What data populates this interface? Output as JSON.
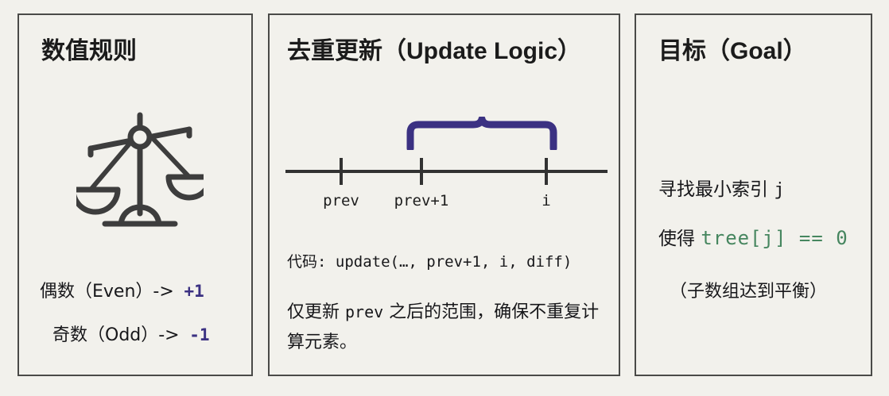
{
  "colors": {
    "page_background": "#f2f1ec",
    "card_background": "#f2f1ec",
    "card_border": "#4a4a48",
    "text": "#17171a",
    "accent_purple": "#3b3182",
    "accent_green": "#46865f",
    "line_gray": "#323232"
  },
  "cards": {
    "rules": {
      "title": "数值规则",
      "icon_name": "balance-scale-icon",
      "rows": [
        {
          "label": "偶数（Even）->",
          "value": "+1"
        },
        {
          "label": "奇数（Odd）->",
          "value": "-1"
        }
      ]
    },
    "update": {
      "title": "去重更新（Update Logic）",
      "numberline": {
        "ticks": [
          {
            "id": "prev",
            "label": "prev"
          },
          {
            "id": "prev+1",
            "label": "prev+1"
          },
          {
            "id": "i",
            "label": "i"
          }
        ],
        "brace_span": "prev+1 .. i"
      },
      "code_label": "代码: ",
      "code_call": "update(…, prev+1, i, diff)",
      "note_a": "仅更新 ",
      "note_mono": "prev",
      "note_b": " 之后的范围，确保不重复计算元素。"
    },
    "goal": {
      "title": "目标（Goal）",
      "find_prefix": "寻找最小索引 ",
      "find_index": "j",
      "cond_prefix": "使得 ",
      "cond_code": "tree[j] == 0",
      "subnote": "（子数组达到平衡）"
    }
  }
}
